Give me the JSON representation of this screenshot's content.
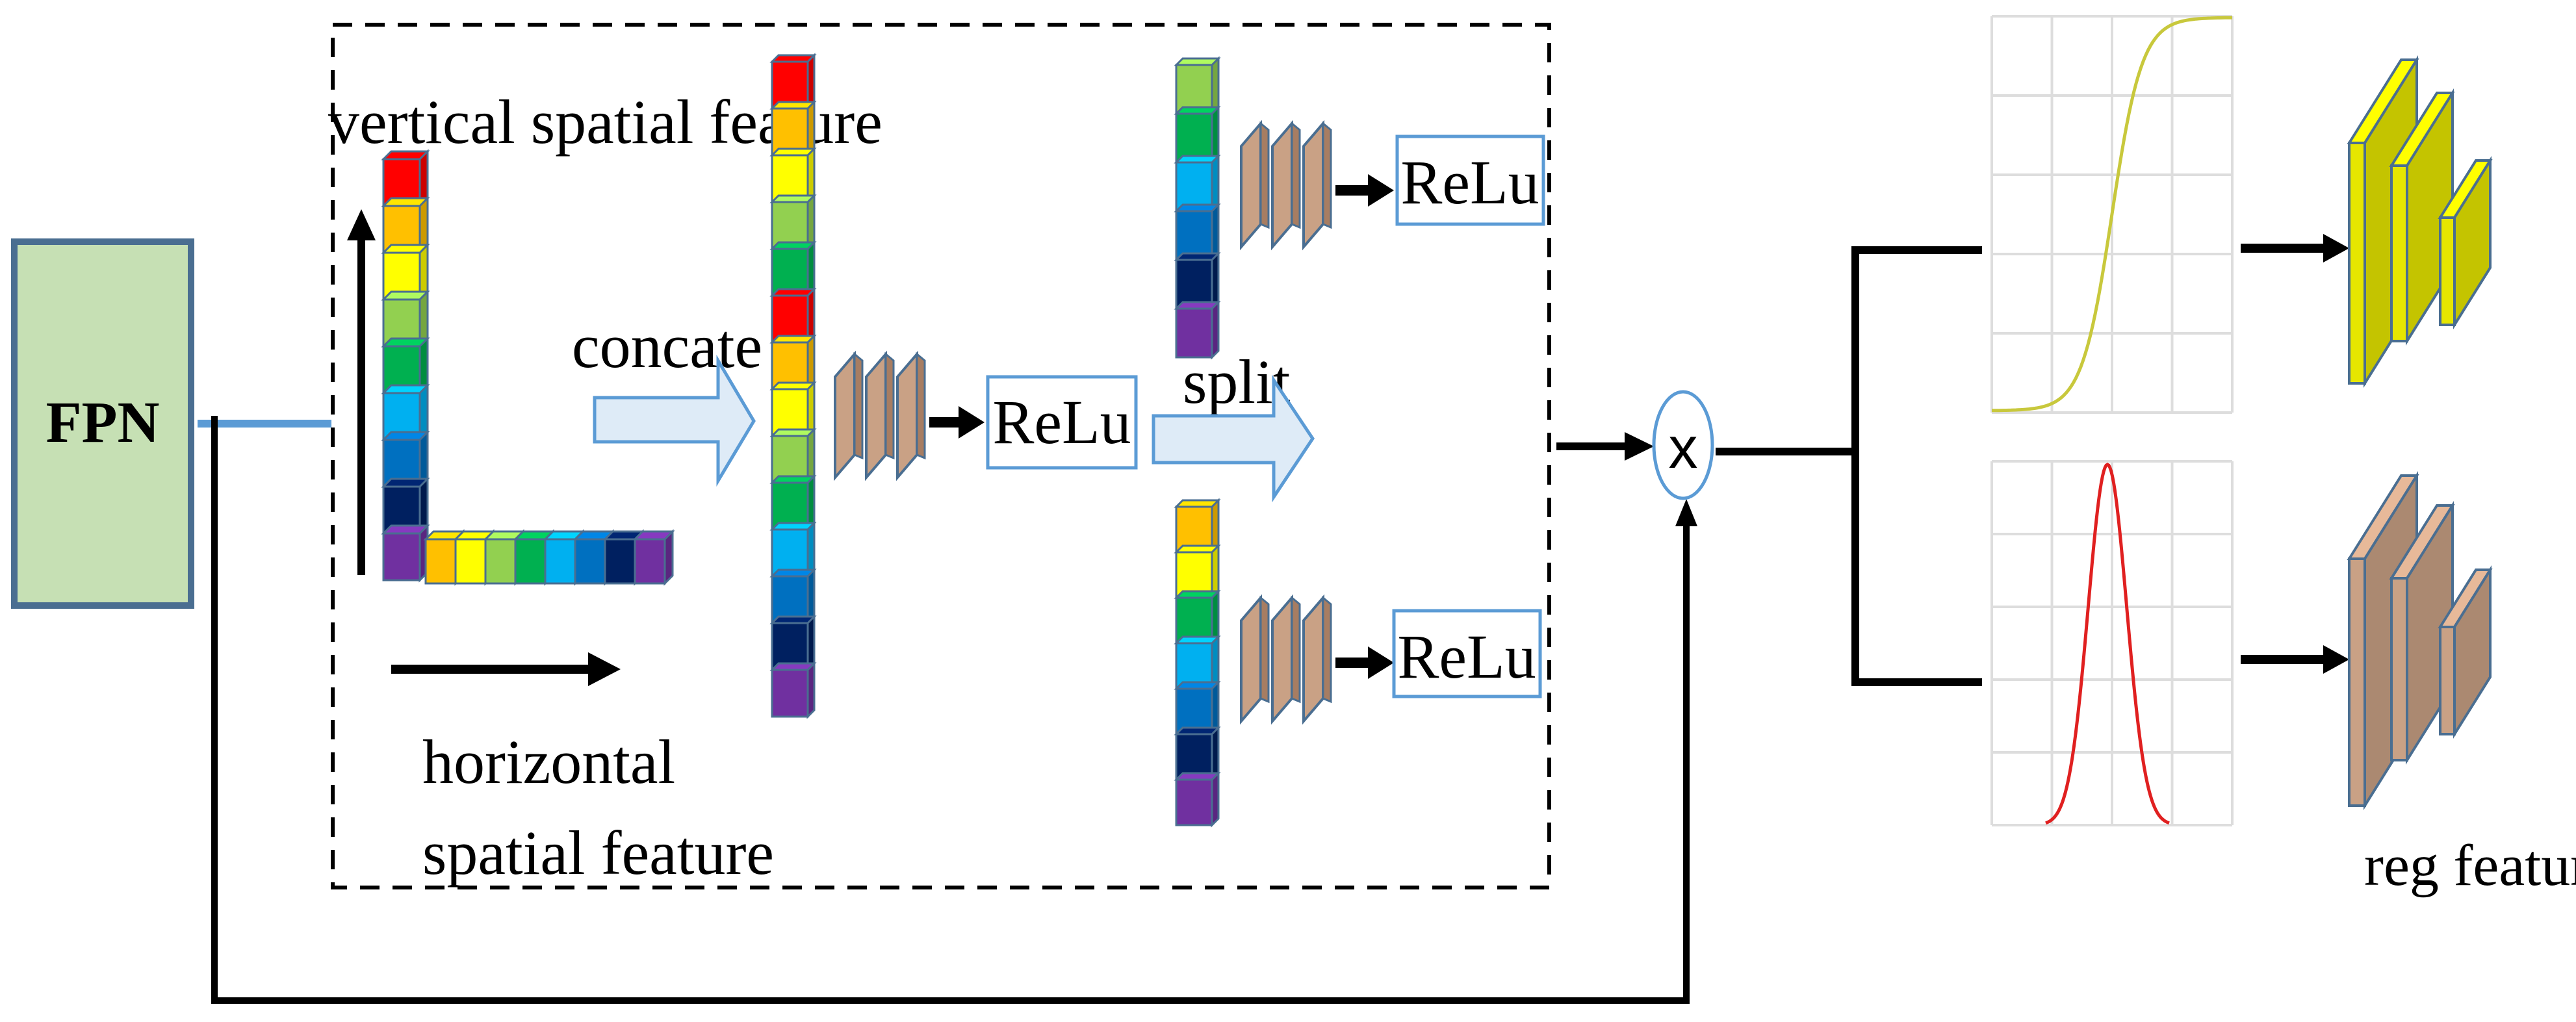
{
  "labels": {
    "fpn": "FPN",
    "vertical": "vertical spatial feature",
    "horizontal_line1": "horizontal",
    "horizontal_line2": "spatial feature",
    "concate": "concate",
    "split": "split",
    "relu_main": "ReLu",
    "relu_top": "ReLu",
    "relu_bottom": "ReLu",
    "multiply": "x",
    "reg_features": "reg features"
  },
  "colors": {
    "fpn_fill": "#c6e0b4",
    "fpn_border": "#4a6e91",
    "skip_line": "#5b9bd5",
    "block_arrow_fill": "#deebf7",
    "block_arrow_stroke": "#5b9bd5",
    "relu_border": "#5b9bd5",
    "conv_fill": "#c9a185",
    "conv_stroke": "#4a6e91",
    "sigmoid_curve": "#c8c83c",
    "gaussian_curve": "#e02020",
    "grid": "#dddddd",
    "yellow_block": "#e6e600",
    "tan_block": "#c9a185"
  },
  "feature_cell_colors": {
    "vertical_stack": [
      "#ff0000",
      "#ffc000",
      "#ffff00",
      "#92d050",
      "#00b050",
      "#00b0f0",
      "#0070c0",
      "#002060",
      "#7030a0"
    ],
    "horizontal_row": [
      "#ffc000",
      "#ffff00",
      "#92d050",
      "#00b050",
      "#00b0f0",
      "#0070c0",
      "#002060",
      "#7030a0"
    ],
    "concat_column": [
      "#ff0000",
      "#ffc000",
      "#ffff00",
      "#92d050",
      "#00b050",
      "#ff0000",
      "#ffc000",
      "#ffff00",
      "#92d050",
      "#00b050",
      "#00b0f0",
      "#0070c0",
      "#002060",
      "#7030a0"
    ],
    "split_top": [
      "#92d050",
      "#00b050",
      "#00b0f0",
      "#0070c0",
      "#002060",
      "#7030a0"
    ],
    "split_bottom": [
      "#ffc000",
      "#ffff00",
      "#00b050",
      "#00b0f0",
      "#0070c0",
      "#002060",
      "#7030a0"
    ]
  }
}
